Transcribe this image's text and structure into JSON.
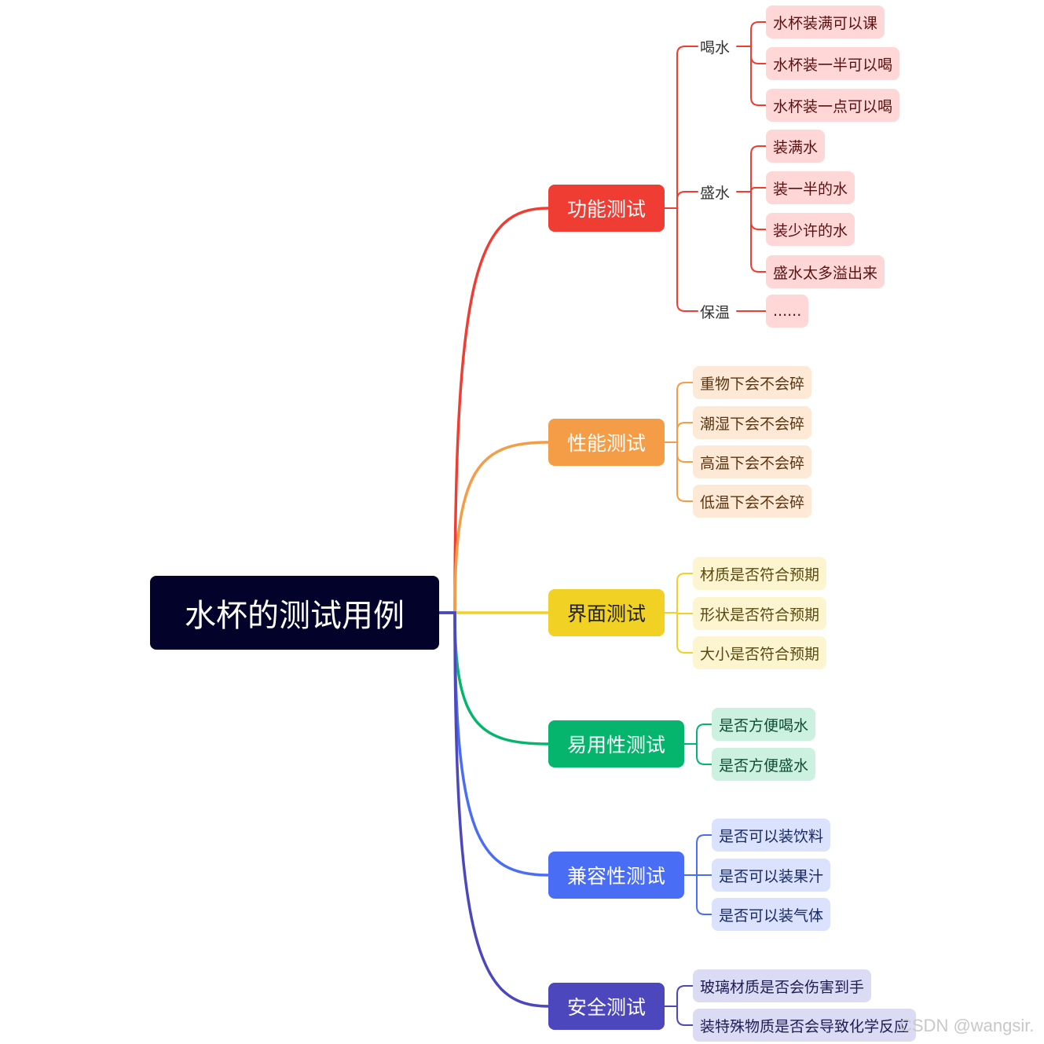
{
  "root": {
    "label": "水杯的测试用例",
    "color": "#03022a"
  },
  "branches": [
    {
      "label": "功能测试",
      "color": "#f03d34",
      "leaf_bg": "#fed7d6",
      "leaf_text": "#5a1010",
      "groups": [
        {
          "label": "喝水",
          "items": [
            "水杯装满可以课",
            "水杯装一半可以喝",
            "水杯装一点可以喝"
          ]
        },
        {
          "label": "盛水",
          "items": [
            "装满水",
            "装一半的水",
            "装少许的水",
            "盛水太多溢出来"
          ]
        },
        {
          "label": "保温",
          "items": [
            "......"
          ]
        }
      ]
    },
    {
      "label": "性能测试",
      "color": "#f59d46",
      "leaf_bg": "#fde9d5",
      "leaf_text": "#5a3410",
      "items": [
        "重物下会不会碎",
        "潮湿下会不会碎",
        "高温下会不会碎",
        "低温下会不会碎"
      ]
    },
    {
      "label": "界面测试",
      "color": "#f1d124",
      "leaf_bg": "#fdf5cf",
      "leaf_text": "#5a4a10",
      "items": [
        "材质是否符合预期",
        "形状是否符合预期",
        "大小是否符合预期"
      ]
    },
    {
      "label": "易用性测试",
      "color": "#05b56d",
      "leaf_bg": "#cdf1e1",
      "leaf_text": "#0e4d33",
      "items": [
        "是否方便喝水",
        "是否方便盛水"
      ]
    },
    {
      "label": "兼容性测试",
      "color": "#4a6df5",
      "leaf_bg": "#dbe2fd",
      "leaf_text": "#172a66",
      "items": [
        "是否可以装饮料",
        "是否可以装果汁",
        "是否可以装气体"
      ]
    },
    {
      "label": "安全测试",
      "color": "#4c47bd",
      "leaf_bg": "#dcdbf4",
      "leaf_text": "#1f1c55",
      "items": [
        "玻璃材质是否会伤害到手",
        "装特殊物质是否会导致化学反应"
      ]
    }
  ],
  "watermark": "CSDN @wangsir."
}
